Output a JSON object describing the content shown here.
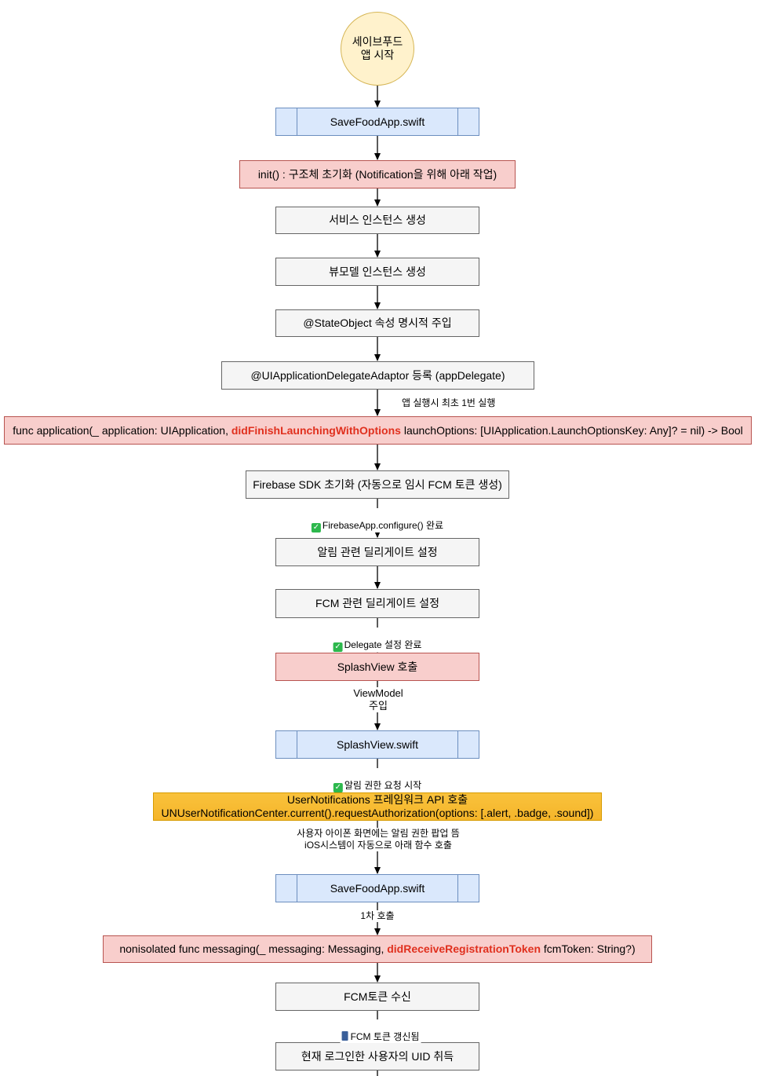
{
  "nodes": {
    "start": "세이브푸드\n앱 시작",
    "savefood_app_1": "SaveFoodApp.swift",
    "init": "init() : 구조체 초기화 (Notification을 위해 아래 작업)",
    "service_instance": "서비스 인스턴스 생성",
    "viewmodel_instance": "뷰모델 인스턴스 생성",
    "stateobject": "@StateObject 속성 명시적 주입",
    "delegate_adaptor": "@UIApplicationDelegateAdaptor 등록 (appDelegate)",
    "did_finish": {
      "prefix": "func application(_ application: UIApplication, ",
      "highlight": "didFinishLaunchingWithOptions",
      "suffix": " launchOptions: [UIApplication.LaunchOptionsKey: Any]? = nil) -> Bool"
    },
    "firebase_init": "Firebase SDK 초기화 (자동으로 임시 FCM 토큰 생성)",
    "notification_delegate": "알림 관련 딜리게이트 설정",
    "fcm_delegate": "FCM 관련 딜리게이트 설정",
    "splash_call": "SplashView 호출",
    "splash_swift": "SplashView.swift",
    "user_notifications_line1": "UserNotifications 프레임워크 API 호출",
    "user_notifications_line2": "UNUserNotificationCenter.current().requestAuthorization(options: [.alert, .badge, .sound])",
    "savefood_app_2": "SaveFoodApp.swift",
    "messaging": {
      "prefix": "nonisolated func messaging(_ messaging: Messaging, ",
      "highlight": "didReceiveRegistrationToken",
      "suffix": " fcmToken: String?)"
    },
    "fcm_receive": "FCM토큰 수신",
    "uid_fetch": "현재 로그인한 사용자의 UID 취득"
  },
  "edge_labels": {
    "first_launch": "앱 실행시 최초 1번 실행",
    "configure_done": "FirebaseApp.configure() 완료",
    "delegate_done": "Delegate 설정 완료",
    "viewmodel_inject": "ViewModel\n주입",
    "permission_start": "알림 권한 요청 시작",
    "system_popup": "사용자 아이폰 화면에는 알림 권한 팝업 뜸\niOS시스템이 자동으로 아래 함수 호출",
    "first_call": "1차 호출",
    "token_refreshed": "FCM 토큰 갱신됨"
  },
  "icons": {
    "check": "check-mark-icon",
    "phone": "mobile-phone-arrow-icon"
  },
  "colors": {
    "highlight": "#e0301e",
    "start_fill": "#fff2cc",
    "file_fill": "#dae8fc",
    "action_fill": "#f8cecc",
    "api_fill": "#f7b733",
    "step_fill": "#f5f5f5"
  }
}
